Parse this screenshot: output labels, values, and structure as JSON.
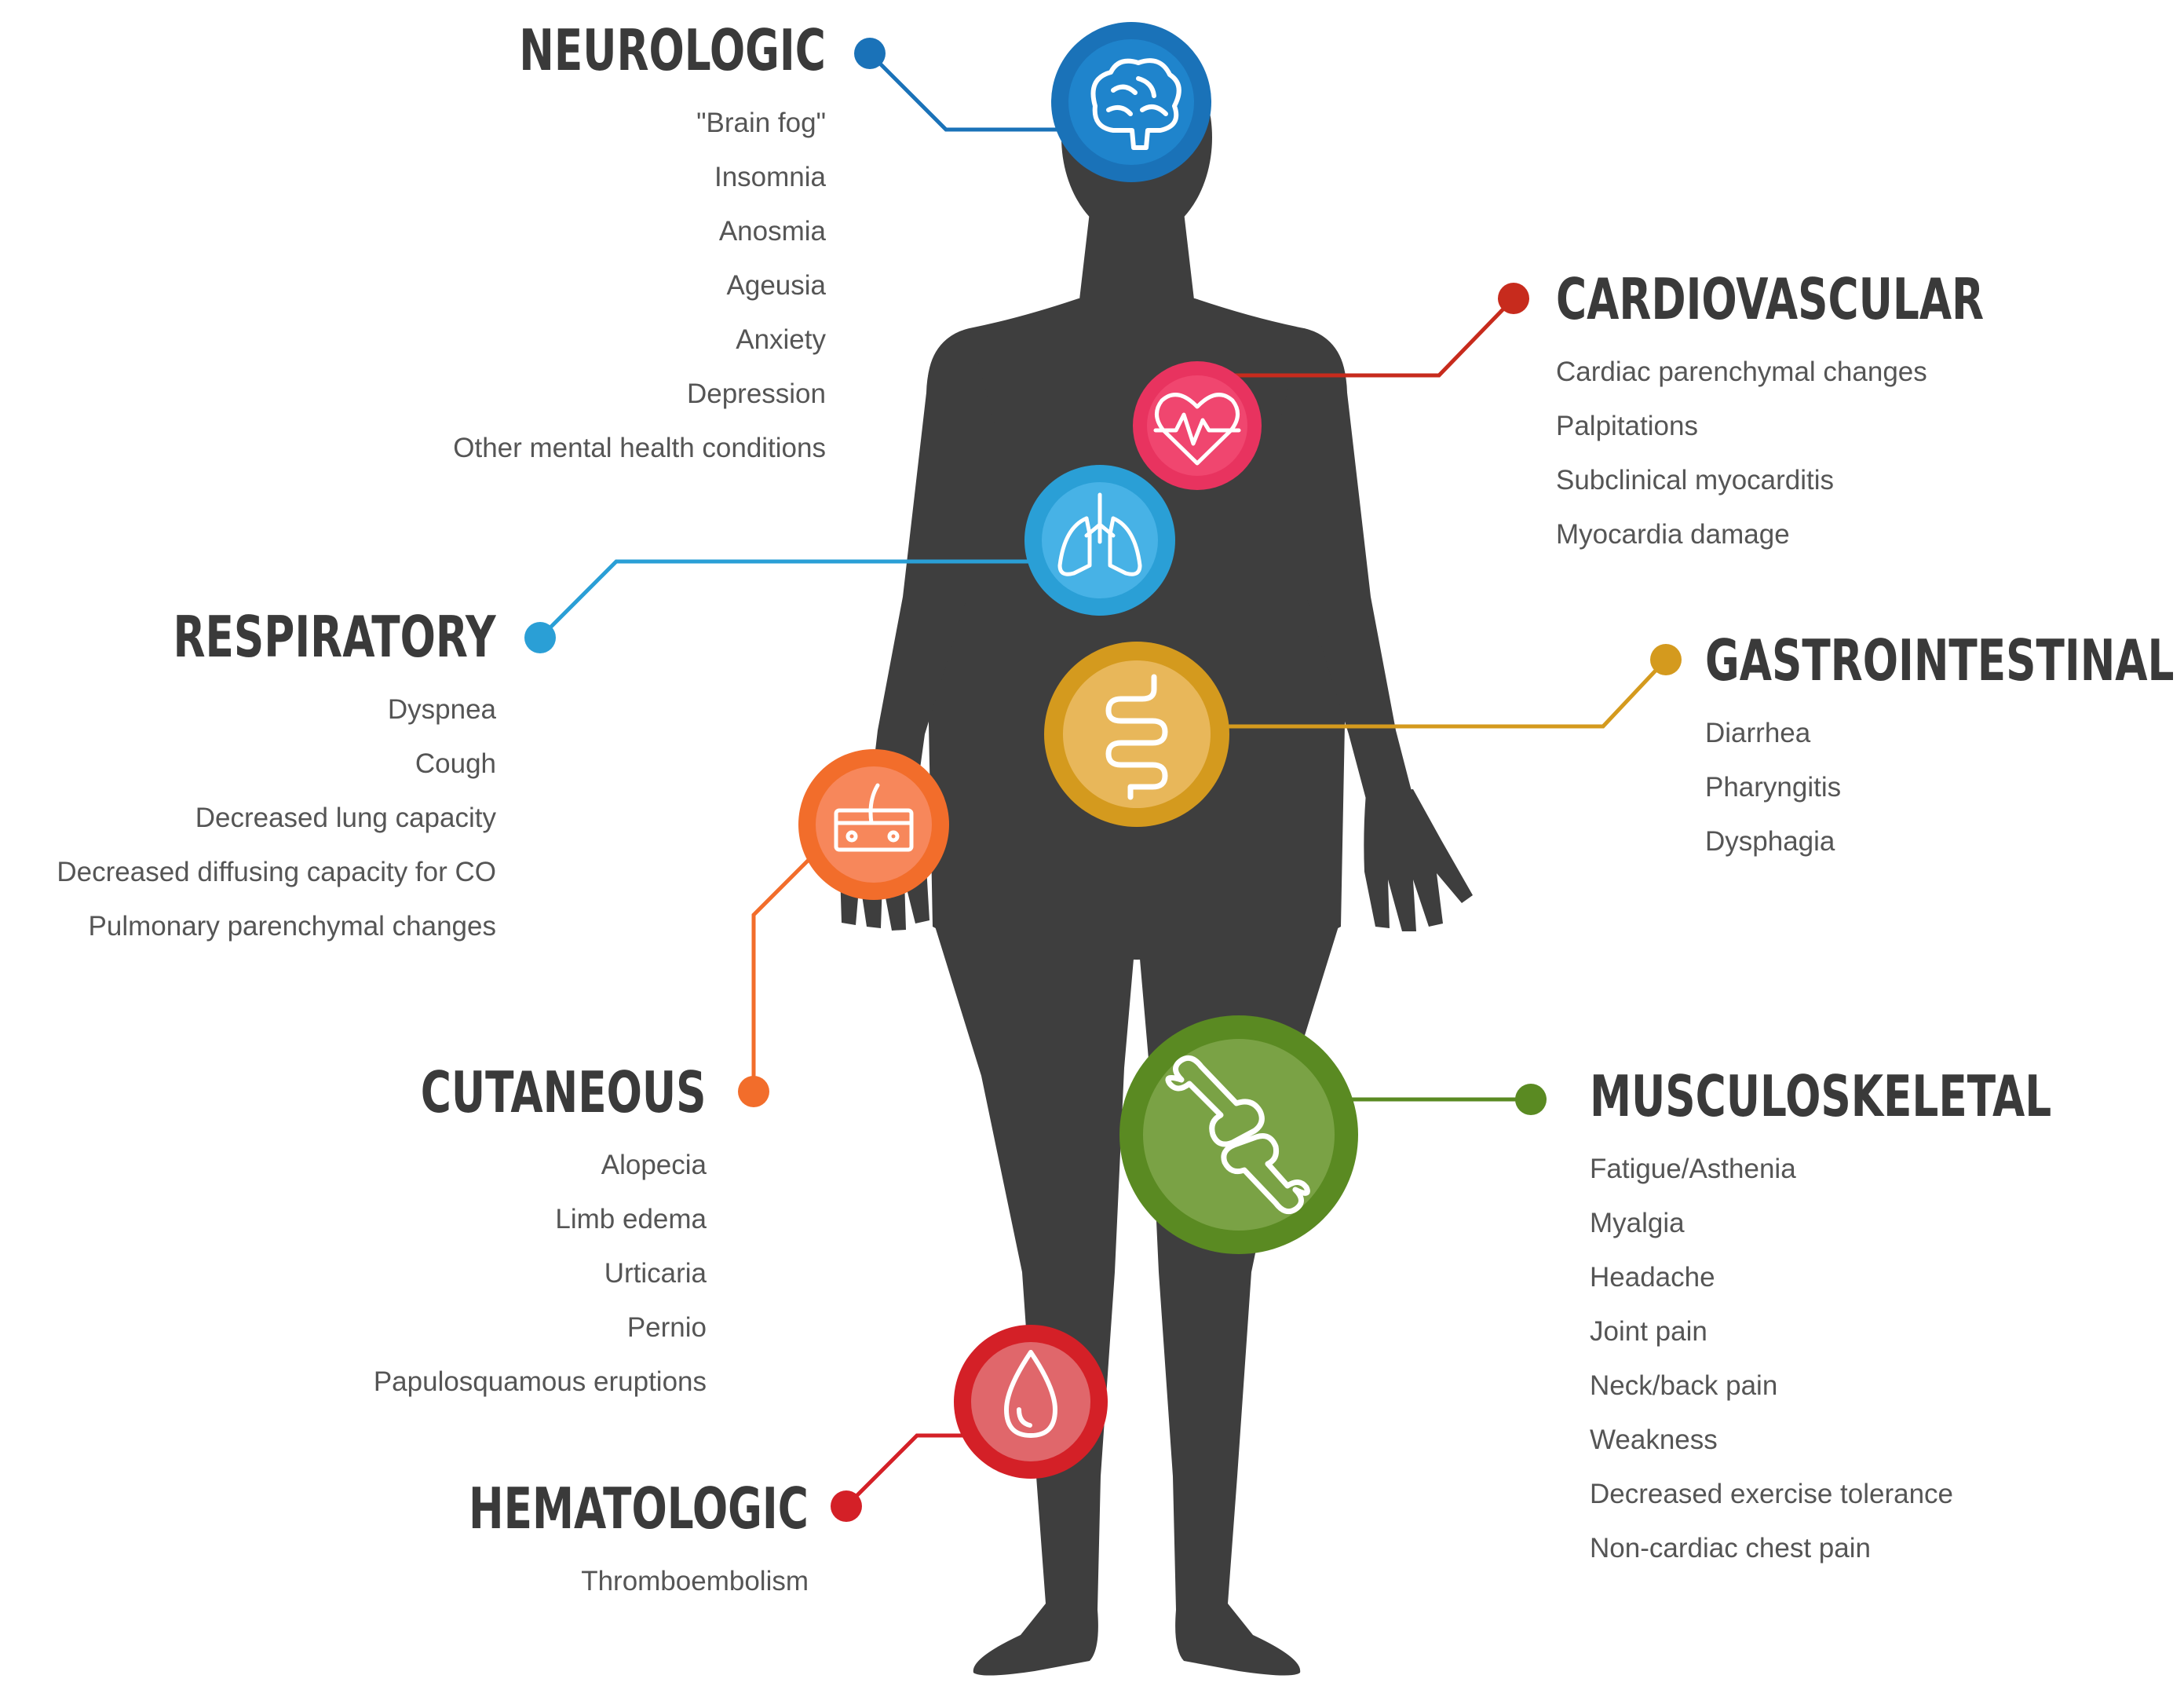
{
  "colors": {
    "silhouette": "#3e3e3e",
    "neurologic": "#1a72b8",
    "cardiovascular": "#c72b1d",
    "respiratory": "#2a9fd6",
    "gastrointestinal": "#d49a1e",
    "cutaneous": "#f26d2b",
    "musculoskeletal": "#5a8a22",
    "hematologic": "#d42027",
    "title_text": "#3a3a3a",
    "item_text": "#555555"
  },
  "groups": {
    "neurologic": {
      "title": "NEUROLOGIC",
      "icon": "brain-icon",
      "items": [
        "\"Brain fog\"",
        "Insomnia",
        "Anosmia",
        "Ageusia",
        "Anxiety",
        "Depression",
        "Other mental health conditions"
      ]
    },
    "cardiovascular": {
      "title": "CARDIOVASCULAR",
      "icon": "heart-icon",
      "items": [
        "Cardiac parenchymal changes",
        "Palpitations",
        "Subclinical myocarditis",
        "Myocardia damage"
      ]
    },
    "respiratory": {
      "title": "RESPIRATORY",
      "icon": "lungs-icon",
      "items": [
        "Dyspnea",
        "Cough",
        "Decreased lung capacity",
        "Decreased diffusing capacity for CO",
        "Pulmonary parenchymal changes"
      ]
    },
    "gastrointestinal": {
      "title": "GASTROINTESTINAL",
      "icon": "intestine-icon",
      "items": [
        "Diarrhea",
        "Pharyngitis",
        "Dysphagia"
      ]
    },
    "cutaneous": {
      "title": "CUTANEOUS",
      "icon": "skin-icon",
      "items": [
        "Alopecia",
        "Limb edema",
        "Urticaria",
        "Pernio",
        "Papulosquamous eruptions"
      ]
    },
    "musculoskeletal": {
      "title": "MUSCULOSKELETAL",
      "icon": "joint-icon",
      "items": [
        "Fatigue/Asthenia",
        "Myalgia",
        "Headache",
        "Joint pain",
        "Neck/back pain",
        "Weakness",
        "Decreased exercise tolerance",
        "Non-cardiac chest pain"
      ]
    },
    "hematologic": {
      "title": "HEMATOLOGIC",
      "icon": "blood-drop-icon",
      "items": [
        "Thromboembolism"
      ]
    }
  }
}
